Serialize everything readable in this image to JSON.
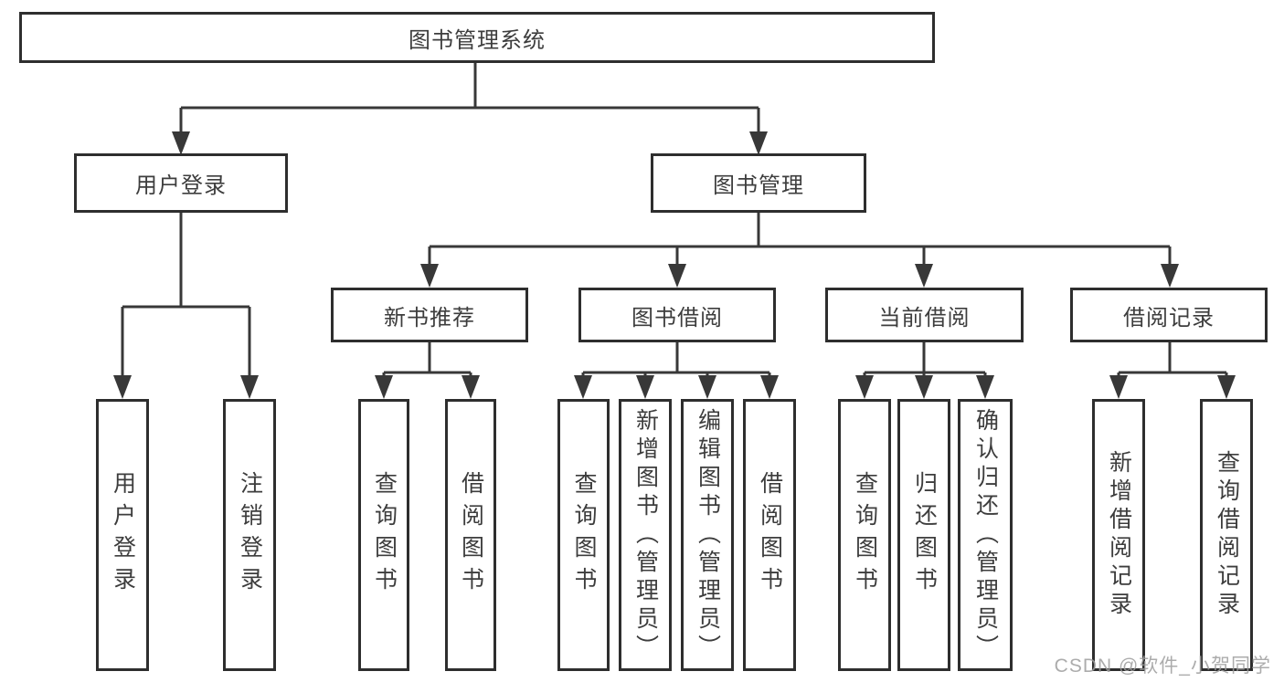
{
  "diagram": {
    "root": "图书管理系统",
    "branches": {
      "user_login": "用户登录",
      "book_management": "图书管理"
    },
    "modules": {
      "new_book": "新书推荐",
      "borrow": "图书借阅",
      "current": "当前借阅",
      "records": "借阅记录"
    },
    "leaves": {
      "user_login_login": "用户登录",
      "user_login_logout": "注销登录",
      "new_book_query": "查询图书",
      "new_book_borrow": "借阅图书",
      "borrow_query": "查询图书",
      "borrow_add": "新增图书（管理员）",
      "borrow_edit": "编辑图书（管理员）",
      "borrow_borrow": "借阅图书",
      "current_query": "查询图书",
      "current_return": "归还图书",
      "current_confirm": "确认归还（管理员）",
      "records_add": "新增借阅记录",
      "records_query": "查询借阅记录"
    }
  },
  "watermark": "CSDN @软件_小贺同学",
  "colors": {
    "line": "#383838",
    "box_border": "#2e2e2e",
    "text": "#3d3d3d",
    "watermark_text": "#9e9e9e",
    "background": "#ffffff"
  }
}
